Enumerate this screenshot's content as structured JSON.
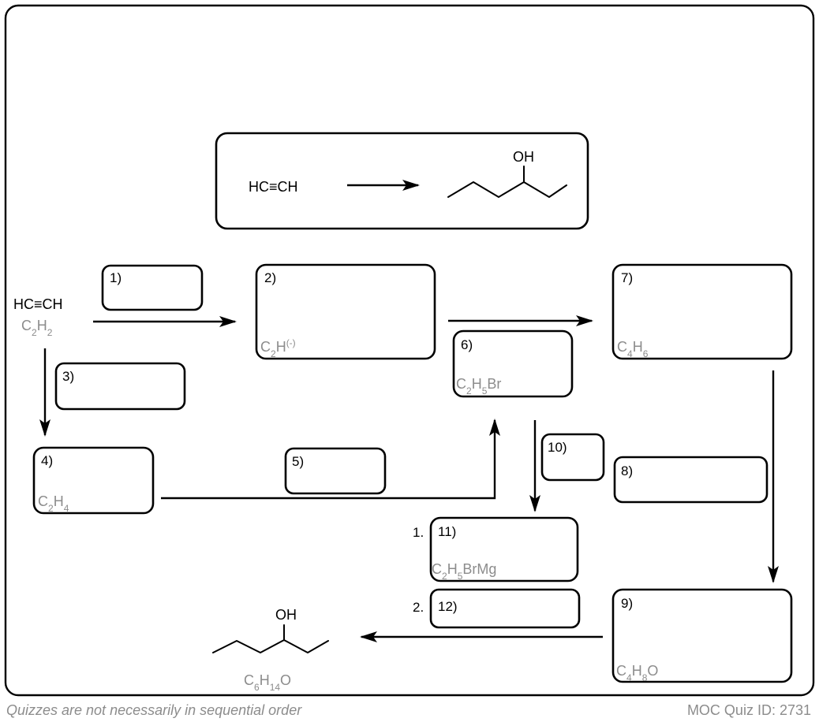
{
  "target": {
    "start": "HC≡CH",
    "product_oh": "OH"
  },
  "start": {
    "name": "HC≡CH",
    "formula_html": "C<tspan baseline-shift='sub' font-size='12'>2</tspan>H<tspan baseline-shift='sub' font-size='12'>2</tspan>"
  },
  "boxes": [
    {
      "id": "1",
      "label": "1)",
      "formula": ""
    },
    {
      "id": "2",
      "label": "2)",
      "formula": "C2H(-)"
    },
    {
      "id": "3",
      "label": "3)",
      "formula": ""
    },
    {
      "id": "4",
      "label": "4)",
      "formula": "C2H4"
    },
    {
      "id": "5",
      "label": "5)",
      "formula": ""
    },
    {
      "id": "6",
      "label": "6)",
      "formula": "C2H5Br"
    },
    {
      "id": "7",
      "label": "7)",
      "formula": "C4H6"
    },
    {
      "id": "8",
      "label": "8)",
      "formula": ""
    },
    {
      "id": "9",
      "label": "9)",
      "formula": "C4H8O"
    },
    {
      "id": "10",
      "label": "10)",
      "formula": ""
    },
    {
      "id": "11",
      "label": "11)",
      "formula": "C2H5BrMg"
    },
    {
      "id": "12",
      "label": "12)",
      "formula": ""
    }
  ],
  "steps": {
    "step1": "1.",
    "step2": "2."
  },
  "product": {
    "oh": "OH",
    "formula": "C6H14O"
  },
  "footer": {
    "left": "Quizzes are not necessarily in sequential order",
    "right": "MOC Quiz ID: 2731"
  }
}
